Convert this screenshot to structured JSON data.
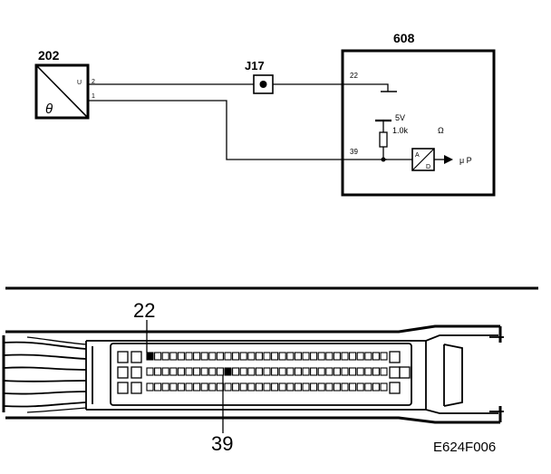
{
  "schematic": {
    "sensor": {
      "id": "202",
      "symbol": "θ",
      "small_label": "U",
      "pin_top": "2",
      "pin_bottom": "1"
    },
    "junction": {
      "id": "J17"
    },
    "ecu": {
      "id": "608",
      "pin_ground": "22",
      "pin_signal": "39",
      "supply_voltage": "5V",
      "pullup_resistor": "1.0k",
      "ohm_symbol": "Ω",
      "adc_top": "A",
      "adc_bottom": "D",
      "processor": "μ P"
    }
  },
  "connector": {
    "callout_top": "22",
    "callout_bottom": "39"
  },
  "figure_code": "E624F006"
}
